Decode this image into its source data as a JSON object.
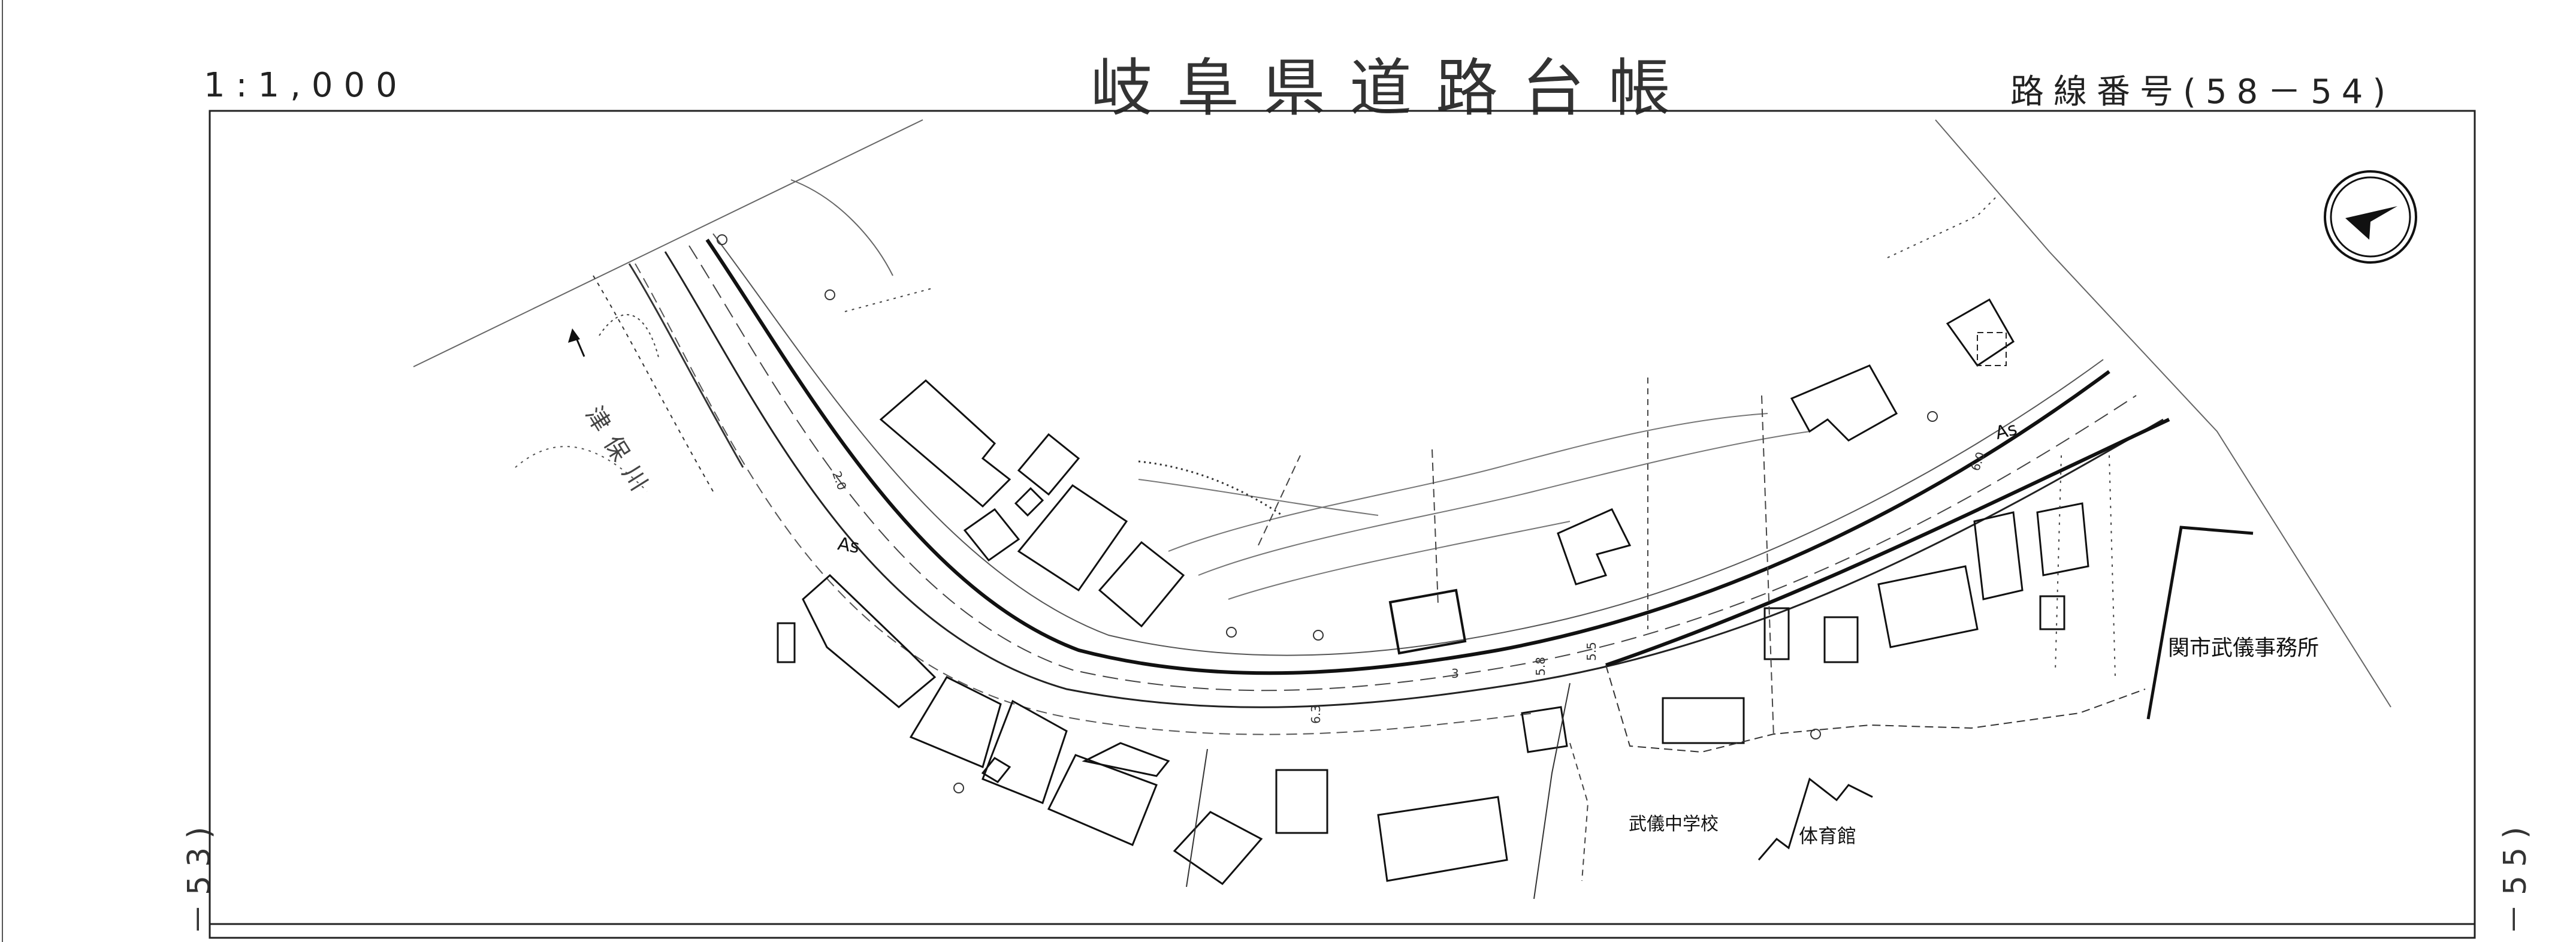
{
  "header": {
    "scale": "1:1,000",
    "title": "岐阜県道路台帳",
    "route_label": "路線番号(58－54)"
  },
  "sheet_refs": {
    "left": "－53)",
    "right": "－55)"
  },
  "map_labels": {
    "office": "関市武儀事務所",
    "school": "武儀中学校",
    "gym": "体育館",
    "river": "津保川",
    "surface_a": "As",
    "surface_b": "As",
    "width_a": "6.3",
    "width_b": "5.8",
    "width_c": "5.5",
    "width_d": "3",
    "width_e": "6.0",
    "width_f": "2.0"
  },
  "icons": {
    "compass": "north-arrow-compass-icon",
    "flow": "river-flow-arrow-icon"
  },
  "colors": {
    "ink": "#111111",
    "paper": "#ffffff"
  }
}
